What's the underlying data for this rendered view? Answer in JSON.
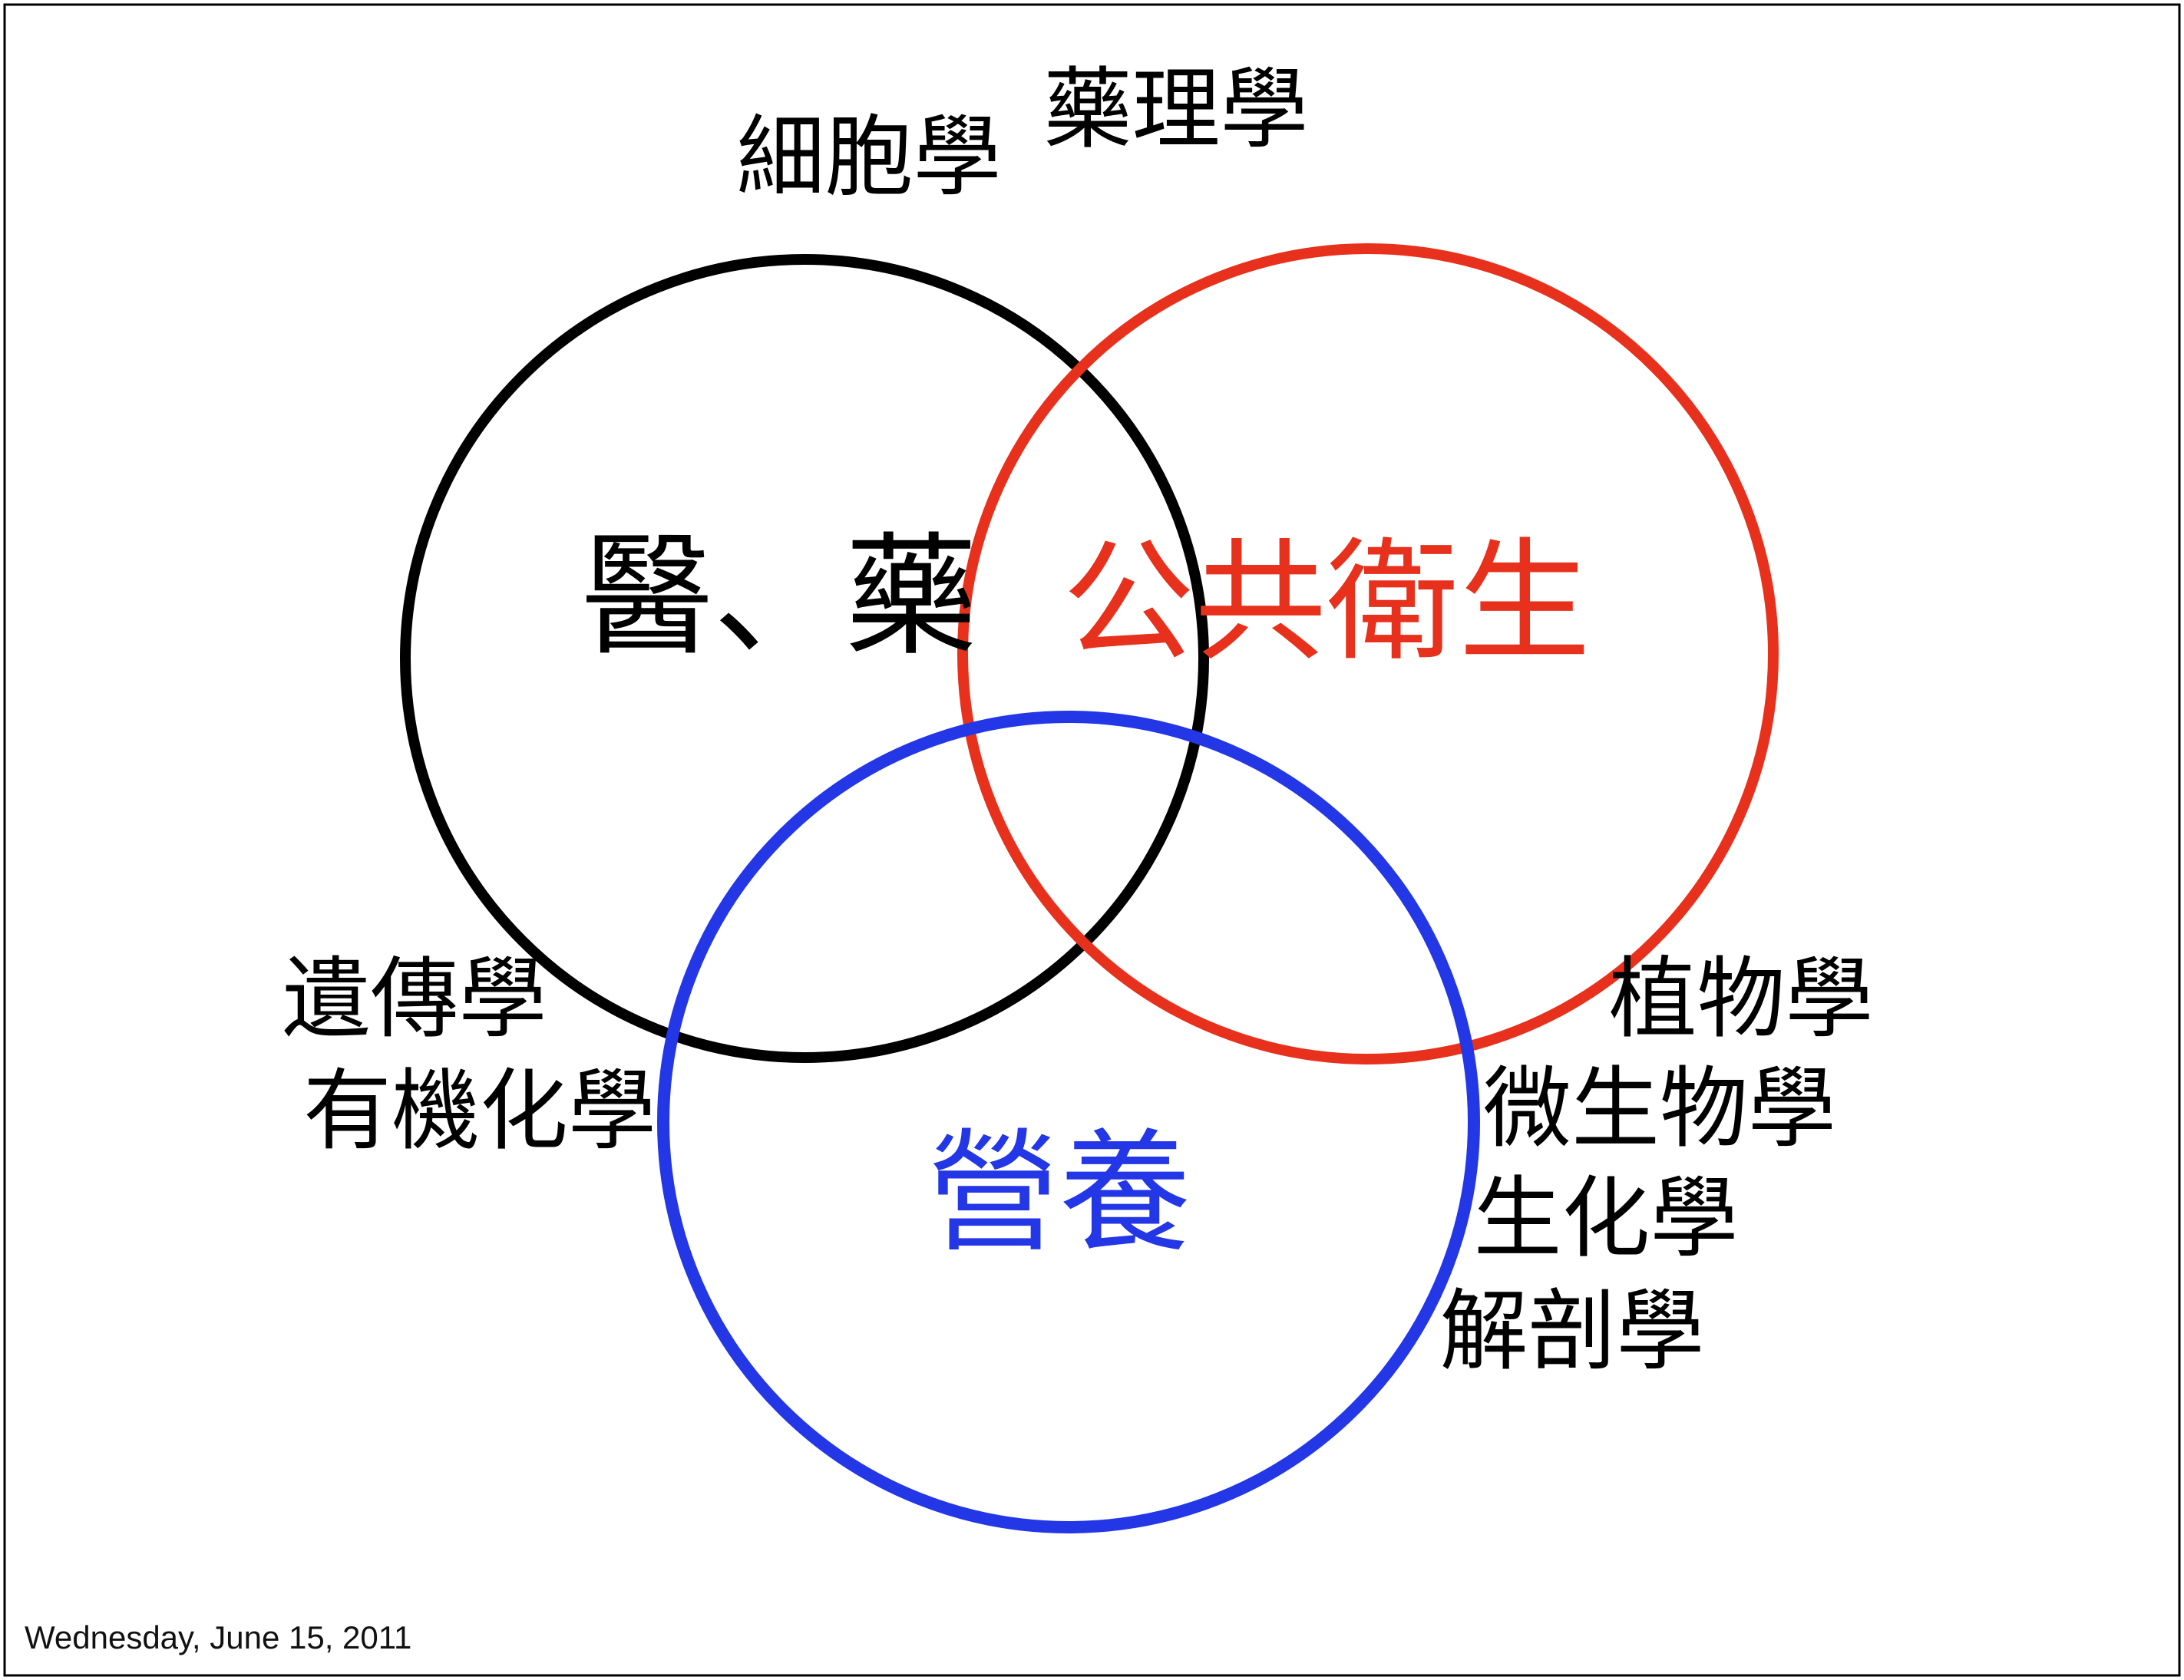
{
  "slide": {
    "background_color": "#ffffff",
    "border_color": "#000000",
    "footer_date": "Wednesday, June 15, 2011"
  },
  "diagram": {
    "type": "venn",
    "circles": [
      {
        "name": "medicine-pharmacy",
        "label": "醫、藥",
        "color": "#000000"
      },
      {
        "name": "public-health",
        "label": "公共衛生",
        "color": "#e8311c"
      },
      {
        "name": "nutrition",
        "label": "營養",
        "color": "#2337e6"
      }
    ],
    "outer_labels": [
      {
        "name": "cytology",
        "text": "細胞學"
      },
      {
        "name": "pharmacology",
        "text": "藥理學"
      },
      {
        "name": "genetics",
        "text": "遺傳學"
      },
      {
        "name": "organic-chemistry",
        "text": "有機化學"
      },
      {
        "name": "botany",
        "text": "植物學"
      },
      {
        "name": "microbiology",
        "text": "微生物學"
      },
      {
        "name": "biochemistry",
        "text": "生化學"
      },
      {
        "name": "anatomy",
        "text": "解剖學"
      }
    ]
  }
}
